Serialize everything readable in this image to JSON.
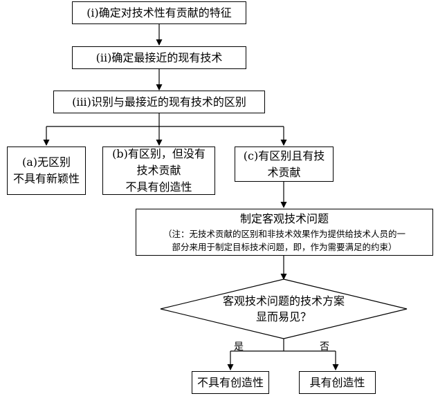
{
  "steps": {
    "step1": "(i)确定对技术性有贡献的特征",
    "step2": "(ii)确定最接近的现有技术",
    "step3": "(iii)识别与最接近的现有技术的区别"
  },
  "branches": {
    "a": {
      "line1": "(a)无区别",
      "line2": "不具有新颖性"
    },
    "b": {
      "line1": "(b)有区别，但没有",
      "line2": "技术贡献",
      "line3": "不具有创造性"
    },
    "c": {
      "line1": "(c)有区别且有技",
      "line2": "术贡献"
    }
  },
  "problem": {
    "title": "制定客观技术问题",
    "note_line1": "（注：无技术贡献的区别和非技术效果作为提供给技术人员的一",
    "note_line2": "部分来用于制定目标技术问题，即，作为需要满足的约束）"
  },
  "decision": {
    "line1": "客观技术问题的技术方案",
    "line2": "显而易见？"
  },
  "edges": {
    "yes": "是",
    "no": "否"
  },
  "outcomes": {
    "yes": "不具有创造性",
    "no": "具有创造性"
  }
}
